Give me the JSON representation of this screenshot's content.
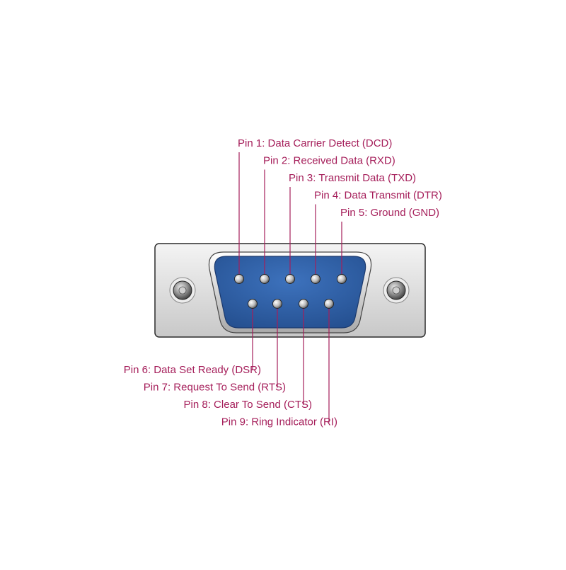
{
  "colors": {
    "label": "#a51e5a",
    "leader": "#a51e5a",
    "shell_fill": "#e2e2e2",
    "shell_stroke": "#2a2a2a",
    "insulator_fill": "#2f5fa3",
    "insulator_stroke": "#1c3a6e",
    "pin_fill": "#c9c9c9",
    "screw_fill": "#9a9a9a",
    "background": "#ffffff"
  },
  "icons": {
    "shell": "d-sub-shell",
    "insulator": "blue-insulator",
    "screw": "mounting-screw",
    "pin": "contact-pin"
  },
  "top_pins": [
    {
      "number": 1,
      "label": "Pin 1: Data Carrier Detect (DCD)"
    },
    {
      "number": 2,
      "label": "Pin 2: Received Data (RXD)"
    },
    {
      "number": 3,
      "label": "Pin 3: Transmit Data (TXD)"
    },
    {
      "number": 4,
      "label": "Pin 4: Data Transmit (DTR)"
    },
    {
      "number": 5,
      "label": "Pin 5: Ground (GND)"
    }
  ],
  "bottom_pins": [
    {
      "number": 6,
      "label": "Pin 6: Data Set Ready (DSR)"
    },
    {
      "number": 7,
      "label": "Pin 7: Request To Send (RTS)"
    },
    {
      "number": 8,
      "label": "Pin 8: Clear To Send (CTS)"
    },
    {
      "number": 9,
      "label": "Pin 9: Ring Indicator (RI)"
    }
  ]
}
